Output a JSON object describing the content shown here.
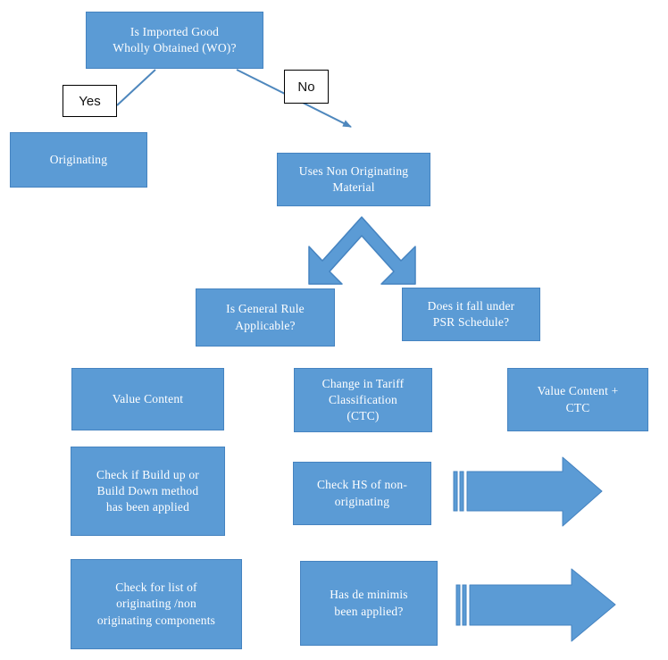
{
  "diagram": {
    "title": "Rules of Origin determination flowchart",
    "colors": {
      "shape_fill": "#5B9BD5",
      "shape_stroke": "#4583C0",
      "connector": "#4E87BD",
      "shape_text": "#FFFFFF",
      "label_text": "#111111",
      "label_fill": "#FFFFFF",
      "label_stroke": "#000000",
      "background": "#FFFFFF"
    },
    "nodes": {
      "wholly_obtained": "Is Imported Good\nWholly Obtained (WO)?",
      "originating": "Originating",
      "non_originating_material": "Uses Non Originating\nMaterial",
      "general_rule": "Is General Rule\nApplicable?",
      "psr_schedule": "Does it fall under\nPSR Schedule?",
      "value_content": "Value Content",
      "ctc": "Change in Tariff\nClassification\n(CTC)",
      "value_content_ctc": "Value Content +\nCTC",
      "build_method": "Check if Build  up or\nBuild  Down method\nhas been applied",
      "check_hs": "Check HS of non-\noriginating",
      "check_components": "Check for list of\noriginating /non\noriginating components",
      "de_minimis": "Has de minimis\nbeen applied?"
    },
    "edge_labels": {
      "yes": "Yes",
      "no": "No"
    },
    "connectors": [
      {
        "name": "wo-to-yes",
        "from": "wholly_obtained",
        "to": "yes-label"
      },
      {
        "name": "wo-to-no",
        "from": "wholly_obtained",
        "to": "non_originating_material"
      }
    ],
    "arrows": {
      "split_double_arrow": "bent-double-arrow-down",
      "striped_arrow_top": "striped-right-arrow",
      "striped_arrow_bottom": "striped-right-arrow"
    }
  }
}
